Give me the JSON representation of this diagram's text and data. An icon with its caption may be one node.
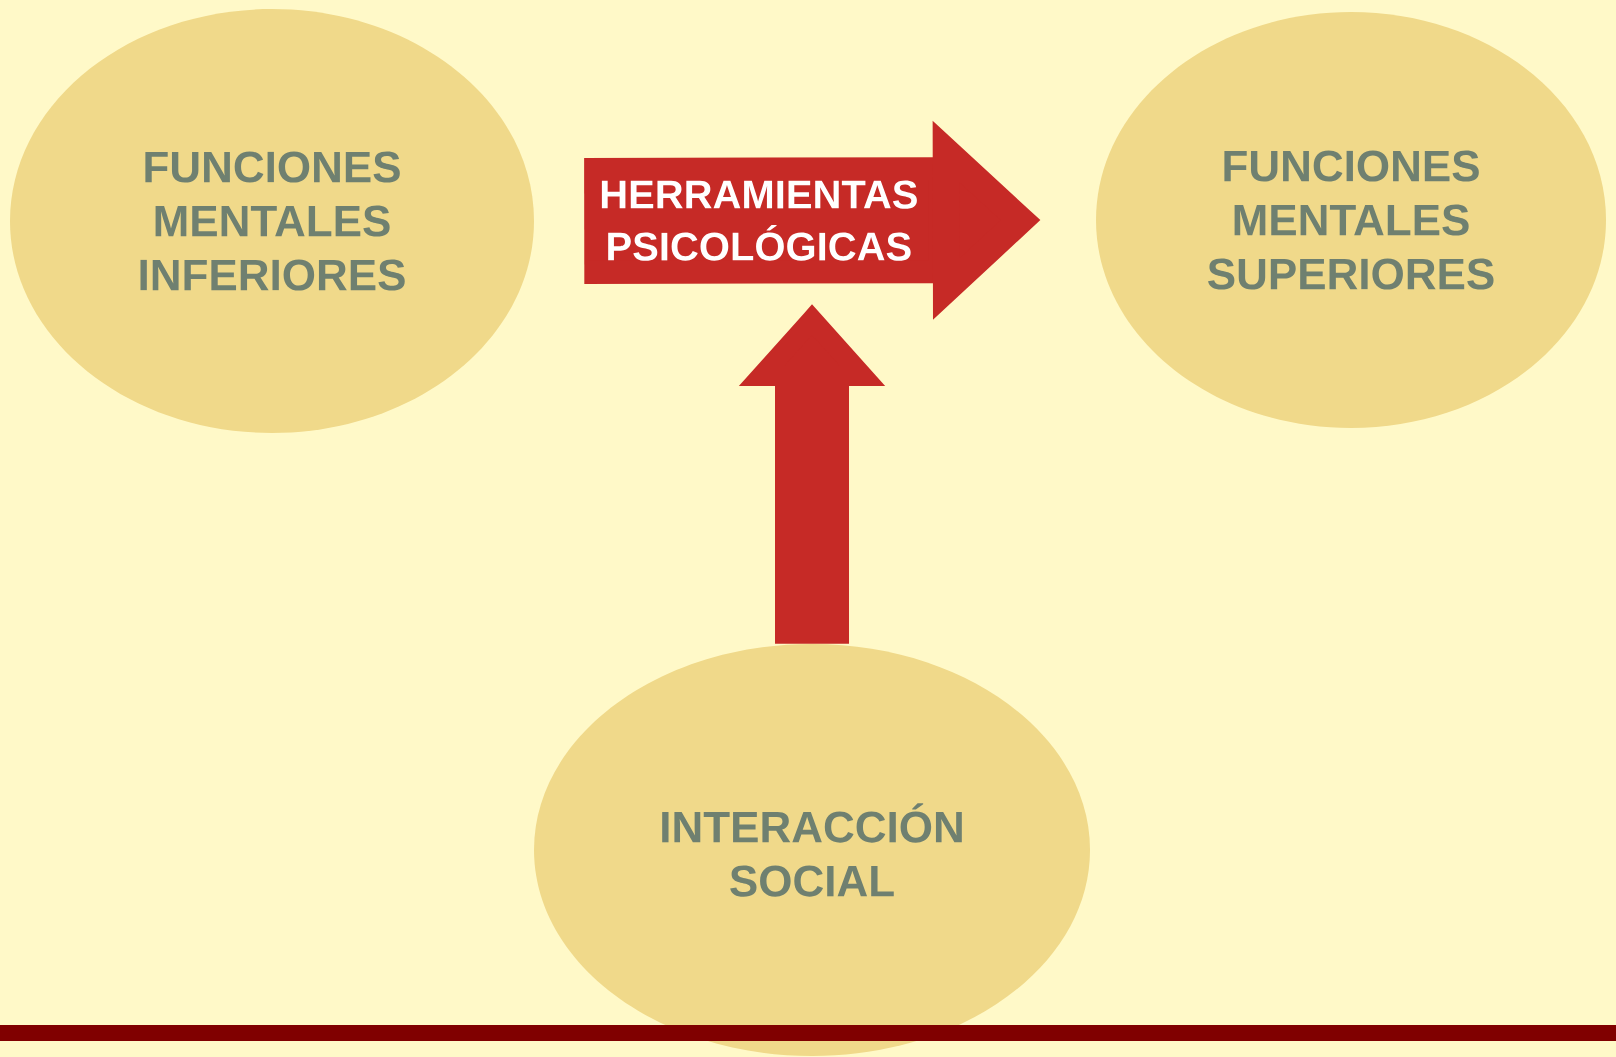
{
  "diagram": {
    "nodes": [
      {
        "text": [
          "FUNCIONES MENTALES INFERIORES"
        ]
      },
      {
        "text": [
          "FUNCIONES MENTALES SUPERIORES"
        ]
      },
      {
        "text": [
          "INTERACCIÓN SOCIAL"
        ]
      },
      {
        "text": [],
        "shape": "bar"
      }
    ],
    "edges": [
      {
        "from": 0,
        "to": 1,
        "arrow": "to",
        "label": "HERRAMIENTAS PSICOLÓGICAS"
      },
      {
        "from": 2,
        "to": null,
        "arrow": "to"
      }
    ]
  }
}
